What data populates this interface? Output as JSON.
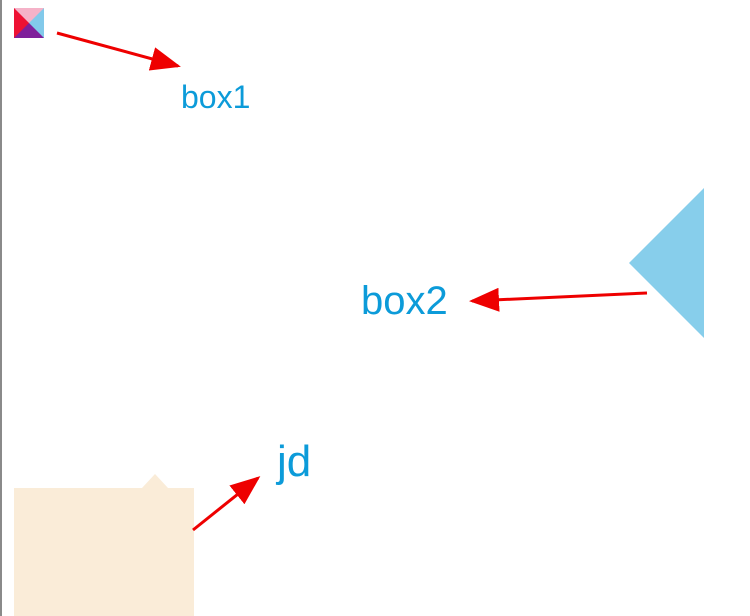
{
  "labels": {
    "box1": "box1",
    "box2": "box2",
    "jd": "jd"
  },
  "colors": {
    "label_text": "#0c9bd9",
    "arrow": "#ee0000",
    "box1_top": "#f5b2c8",
    "box1_right": "#82c9ea",
    "box1_bottom": "#7f1f9a",
    "box1_left": "#ee1133",
    "box2_fill": "#87ceeb",
    "jd_fill": "#faecd8"
  }
}
